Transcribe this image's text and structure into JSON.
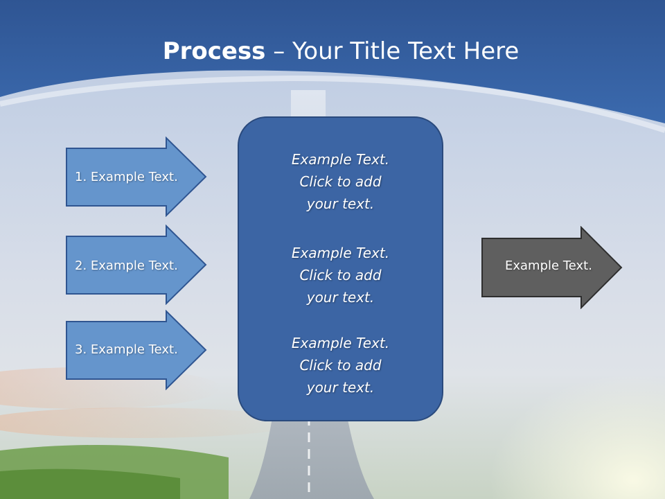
{
  "title": {
    "bold": "Process",
    "rest": " – Your Title Text Here"
  },
  "left_arrows": [
    {
      "label": "1. Example Text."
    },
    {
      "label": "2. Example Text."
    },
    {
      "label": "3. Example Text."
    }
  ],
  "center_box": {
    "blocks": [
      {
        "lines": [
          "Example Text.",
          "Click  to add",
          "your text."
        ]
      },
      {
        "lines": [
          "Example Text.",
          "Click  to add",
          "your text."
        ]
      },
      {
        "lines": [
          "Example Text.",
          "Click  to add",
          "your text."
        ]
      }
    ]
  },
  "right_arrow": {
    "label": "Example Text."
  },
  "colors": {
    "header_blue": "#3564a6",
    "left_arrow_fill": "#6595cc",
    "center_box_fill": "#3c65a4",
    "right_arrow_fill": "#5f5f5f"
  }
}
